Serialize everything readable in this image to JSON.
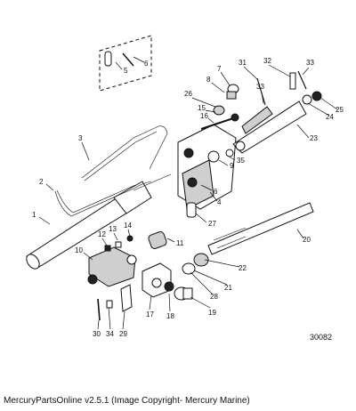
{
  "callouts": {
    "c1": "1",
    "c2": "2",
    "c3": "3",
    "c4": "4",
    "c5": "5",
    "c6a": "6",
    "c6b": "6",
    "c7": "7",
    "c8": "8",
    "c9": "9",
    "c10": "10",
    "c11": "11",
    "c12": "12",
    "c13": "13",
    "c14": "14",
    "c15": "15",
    "c16": "16",
    "c17": "17",
    "c18": "18",
    "c19": "19",
    "c20": "20",
    "c21": "21",
    "c22": "22",
    "c23": "23",
    "c24": "24",
    "c25": "25",
    "c26": "26",
    "c27": "27",
    "c28": "28",
    "c29": "29",
    "c30": "30",
    "c31": "31",
    "c32": "32",
    "c33a": "33",
    "c33b": "33",
    "c34": "34",
    "c35": "35"
  },
  "diagram_code": "30082",
  "footer_text": "MercuryPartsOnline v2.5.1 (Image Copyright- Mercury Marine)"
}
